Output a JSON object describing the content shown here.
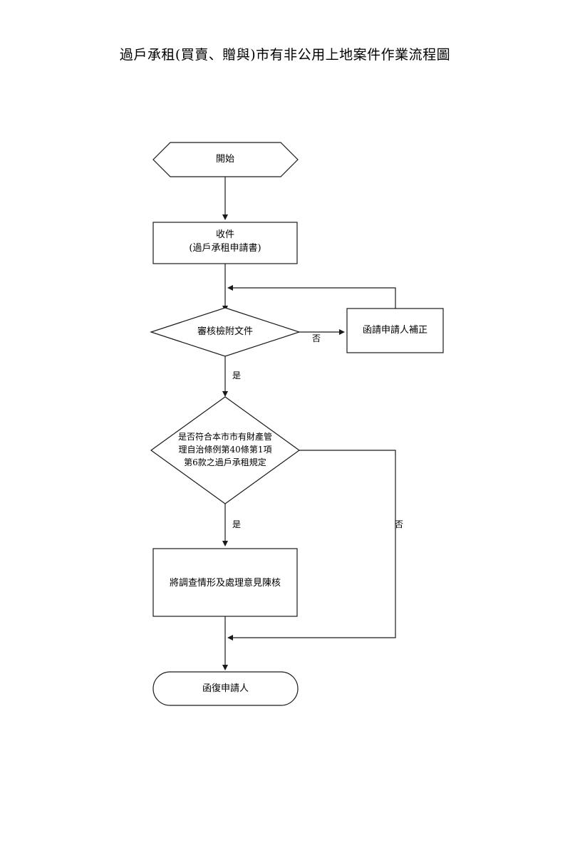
{
  "document": {
    "title": "過戶承租(買賣、贈與)市有非公用上地案件作業流程圖",
    "background_color": "#ffffff",
    "line_color": "#1a1a1a"
  },
  "flowchart": {
    "nodes": [
      {
        "id": "start",
        "shape": "hexagon",
        "label": "開始"
      },
      {
        "id": "receive",
        "shape": "rectangle",
        "label": "收件\n(過戶承租申請書)"
      },
      {
        "id": "review-docs",
        "shape": "diamond",
        "label": "審核檢附文件"
      },
      {
        "id": "request-correction",
        "shape": "rectangle",
        "label": "函請申請人補正"
      },
      {
        "id": "check-regulation",
        "shape": "diamond",
        "label": "是否符合本市市有財產管\n理自治條例第40條第1項\n第6款之過戶承租規定"
      },
      {
        "id": "submit-report",
        "shape": "rectangle",
        "label": "將調查情形及處理意見陳核"
      },
      {
        "id": "reply-applicant",
        "shape": "stadium",
        "label": "函復申請人"
      }
    ],
    "edge_labels": {
      "review_no": "否",
      "review_yes": "是",
      "regulation_yes": "是",
      "regulation_no": "否"
    }
  }
}
